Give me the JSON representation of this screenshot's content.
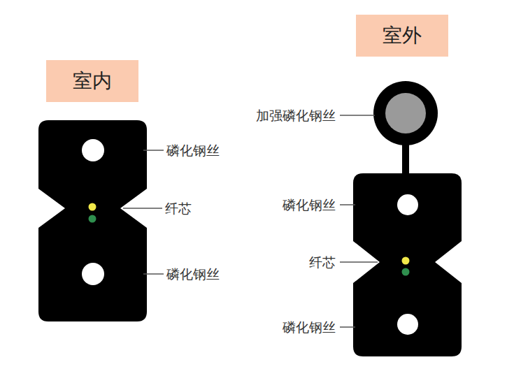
{
  "diagram": {
    "nodes": [
      {
        "text": [
          "室内"
        ]
      },
      {
        "text": [
          "室外"
        ]
      }
    ],
    "labels": [
      "磷化钢丝",
      "纤芯",
      "磷化钢丝",
      "加强磷化钢丝",
      "磷化钢丝",
      "纤芯",
      "磷化钢丝"
    ]
  }
}
